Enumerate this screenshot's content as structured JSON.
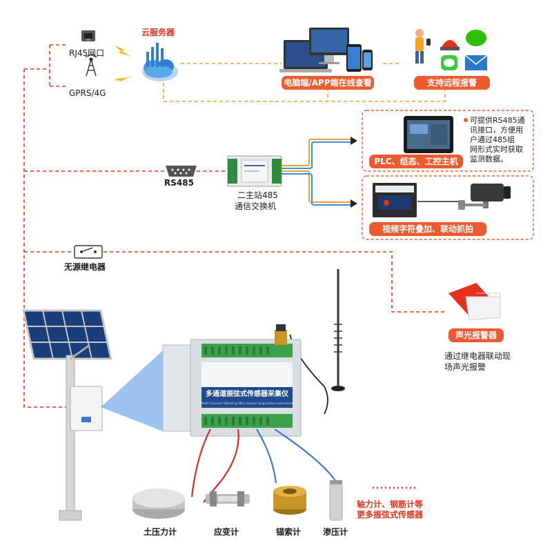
{
  "nodes": {
    "rj45": "RJ45网口",
    "gprs": "GPRS/4G",
    "cloud": "云服务器",
    "rs485": "RS485",
    "switch_line1": "二主站485",
    "switch_line2": "通信交换机",
    "relay": "无源继电器",
    "sensor_earth": "土压力计",
    "sensor_strain": "应变计",
    "sensor_anchor": "锚索计",
    "sensor_seepage": "渗压计",
    "more_line1": "轴力计、钢筋计等",
    "more_line2": "更多振弦式传感器",
    "device_title": "多通道振弦式传感器采集仪",
    "device_subtitle": "Multi-Channel Vibrating Wire Sensor Acquisition Instrument"
  },
  "buttons": {
    "pc_app": "电脑端/APP端在线查看",
    "remote_alarm": "支持远程报警",
    "plc": "PLC、组态、工控主机",
    "video": "视频字符叠加、联动抓拍",
    "buzzer": "声光报警器"
  },
  "notes": {
    "plc_note": [
      "可提供RS485通",
      "讯接口，方便用",
      "户通过485组",
      "网形式实时获取",
      "监测数据。"
    ],
    "buzzer_note": [
      "通过继电器联动现",
      "场声光报警"
    ]
  },
  "colors": {
    "accent": "#ec5a2d",
    "red_line": "#e8311c",
    "orange_line": "#f0a030",
    "blue_line": "#3a8ed8",
    "cable_blue": "#3a78c8",
    "cable_red": "#d82a2a"
  }
}
